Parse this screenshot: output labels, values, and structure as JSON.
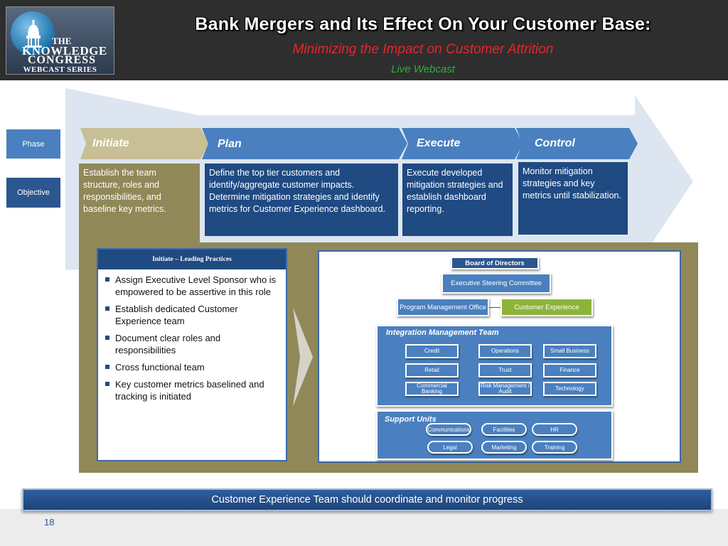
{
  "header": {
    "logo": {
      "the": "THE",
      "knowledge": "KNOWLEDGE",
      "congress": "CONGRESS",
      "series": "WEBCAST SERIES"
    },
    "title": "Bank Mergers and Its Effect On Your Customer Base:",
    "subtitle": "Minimizing the Impact on Customer Attrition",
    "tag": "Live Webcast"
  },
  "side_labels": {
    "phase": "Phase",
    "objective": "Objective"
  },
  "phases": [
    {
      "label": "Initiate",
      "objective": "Establish the team structure,  roles and responsibilities, and baseline key metrics."
    },
    {
      "label": "Plan",
      "objective": "Define the top tier customers and identify/aggregate customer impacts. Determine mitigation strategies and identify metrics for Customer Experience dashboard."
    },
    {
      "label": "Execute",
      "objective": "Execute developed mitigation strategies and establish dashboard reporting."
    },
    {
      "label": "Control",
      "objective": "Monitor mitigation strategies and key metrics until stabilization."
    }
  ],
  "practices": {
    "title": "Initiate – Leading Practices",
    "items": [
      "Assign Executive Level Sponsor who is empowered to be assertive in this role",
      "Establish dedicated Customer Experience team",
      "Document clear roles and responsibilities",
      "Cross functional team",
      "Key customer metrics baselined and tracking is initiated"
    ]
  },
  "org": {
    "board": "Board of Directors",
    "steering": "Executive Steering Committee",
    "pmo": "Program Management Office",
    "customer_experience": "Customer Experience",
    "integration_title": "Integration Management Team",
    "integration_units": [
      "Credit",
      "Operations",
      "Small Business",
      "Retail",
      "Trust",
      "Finance",
      "Commercial Banking",
      "Risk Management / Audit",
      "Technology"
    ],
    "support_title": "Support Units",
    "support_units": [
      "Communications",
      "Facilities",
      "HR",
      "Legal",
      "Marketing",
      "Training"
    ]
  },
  "footer": {
    "banner": "Customer Experience Team should coordinate and monitor progress",
    "page_number": "18"
  },
  "colors": {
    "header_bg": "#2e2e2e",
    "title_red": "#e8262a",
    "tag_green": "#25b33a",
    "phase_blue": "#4a80c0",
    "dark_blue": "#1f4a82",
    "olive": "#908858",
    "initiate_tan": "#c8bf96",
    "arrow_light": "#dde6f0",
    "cx_green": "#8db43a"
  }
}
